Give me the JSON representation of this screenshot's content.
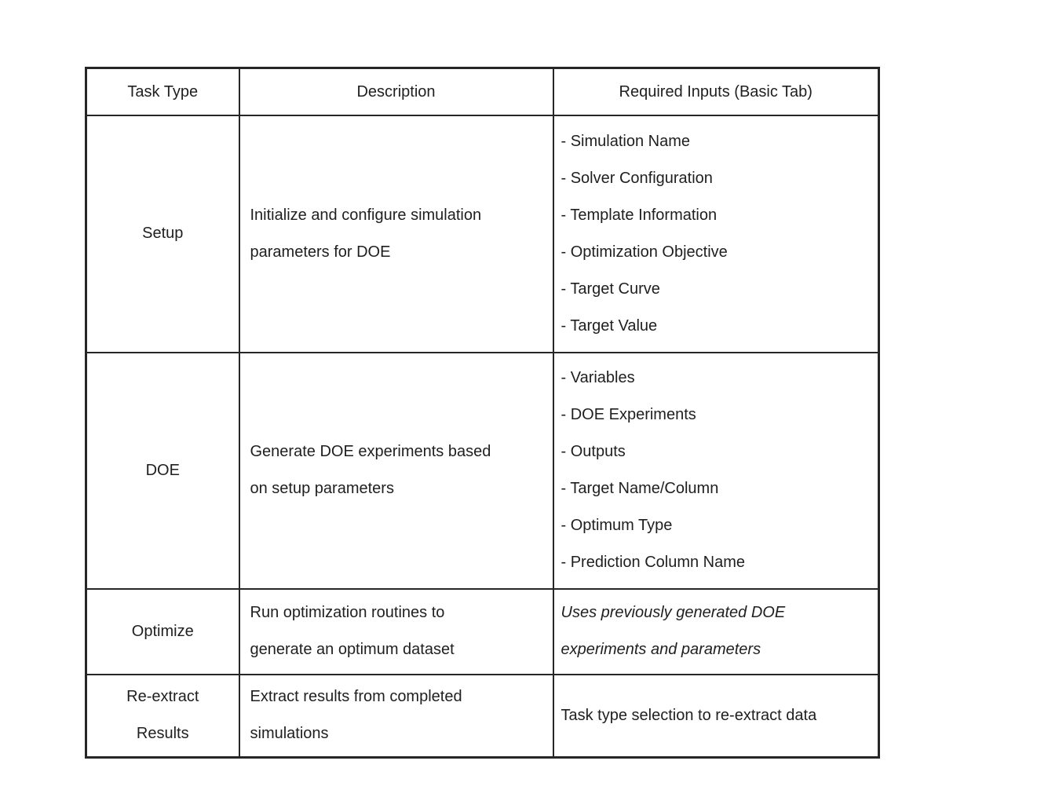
{
  "table": {
    "border_color": "#262626",
    "text_color": "#1f1f1f",
    "columns": [
      {
        "label": "Task Type"
      },
      {
        "label": "Description"
      },
      {
        "label": "Required Inputs (Basic Tab)"
      }
    ],
    "rows": [
      {
        "task_type": "Setup",
        "description": "Initialize and configure simulation\nparameters for DOE",
        "required_inputs": [
          "- Simulation Name",
          "- Solver Configuration",
          "- Template Information",
          "- Optimization Objective",
          "- Target Curve",
          "- Target Value"
        ]
      },
      {
        "task_type": "DOE",
        "description": "Generate DOE experiments based\non setup parameters",
        "required_inputs": [
          "- Variables",
          "- DOE Experiments",
          "- Outputs",
          "- Target Name/Column",
          "- Optimum Type",
          "- Prediction Column Name"
        ]
      },
      {
        "task_type": "Optimize",
        "description": "Run optimization routines to\ngenerate an optimum dataset",
        "required_inputs": [
          "Uses previously generated DOE\nexperiments and parameters"
        ]
      },
      {
        "task_type": "Re-extract\nResults",
        "description": "Extract results from completed\nsimulations",
        "required_inputs": [
          "Task type selection to re-extract data"
        ]
      }
    ]
  }
}
